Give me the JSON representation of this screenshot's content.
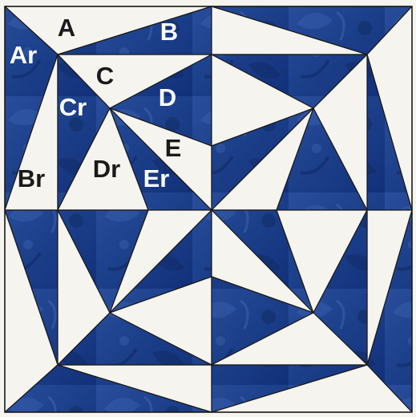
{
  "block": {
    "colors": {
      "light": "#f6f4ee",
      "dark": "#1c3f8a",
      "dark_deep": "#0f2a66",
      "dark_highlight": "#3f67b6",
      "seam": "#1a1a1a"
    },
    "labels": {
      "A": "A",
      "B": "B",
      "Ar": "Ar",
      "C": "C",
      "Cr": "Cr",
      "D": "D",
      "E": "E",
      "Br": "Br",
      "Dr": "Dr",
      "Er": "Er"
    }
  }
}
